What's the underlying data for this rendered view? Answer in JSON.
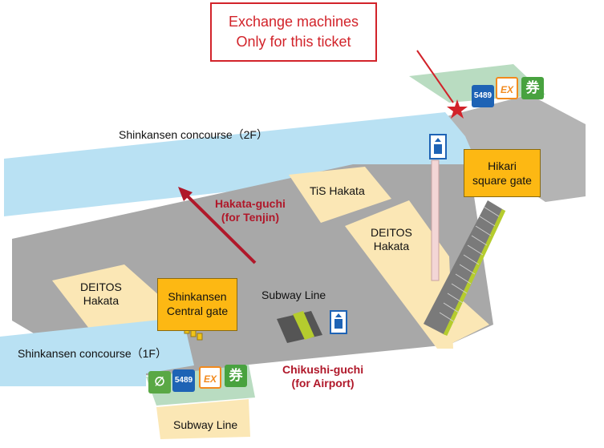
{
  "callout": {
    "line1": "Exchange machines",
    "line2": "Only for this ticket"
  },
  "areas": {
    "concourse_2f": "Shinkansen concourse（2F）",
    "concourse_1f": "Shinkansen concourse（1F）",
    "tis_hakata": "TiS Hakata",
    "deitos_right_line1": "DEITOS",
    "deitos_right_line2": "Hakata",
    "deitos_left_line1": "DEITOS",
    "deitos_left_line2": "Hakata",
    "subway_line_upper": "Subway Line",
    "subway_line_lower": "Subway Line"
  },
  "gates": {
    "hikari_line1": "Hikari",
    "hikari_line2": "square gate",
    "central_line1": "Shinkansen",
    "central_line2": "Central gate"
  },
  "exits": {
    "hakata_line1": "Hakata-guchi",
    "hakata_line2": "(for Tenjin)",
    "chikushi_line1": "Chikushi-guchi",
    "chikushi_line2": "(for Airport)"
  },
  "badges": {
    "b5489": "5489",
    "ex": "EX",
    "ken": "券"
  },
  "colors": {
    "concourse": "#b9e1f3",
    "floor": "#a8a8a8",
    "shops": "#fbe7b5",
    "green_area": "#b9dcc1",
    "gate": "#fdb813",
    "accent_red": "#d2232a"
  }
}
